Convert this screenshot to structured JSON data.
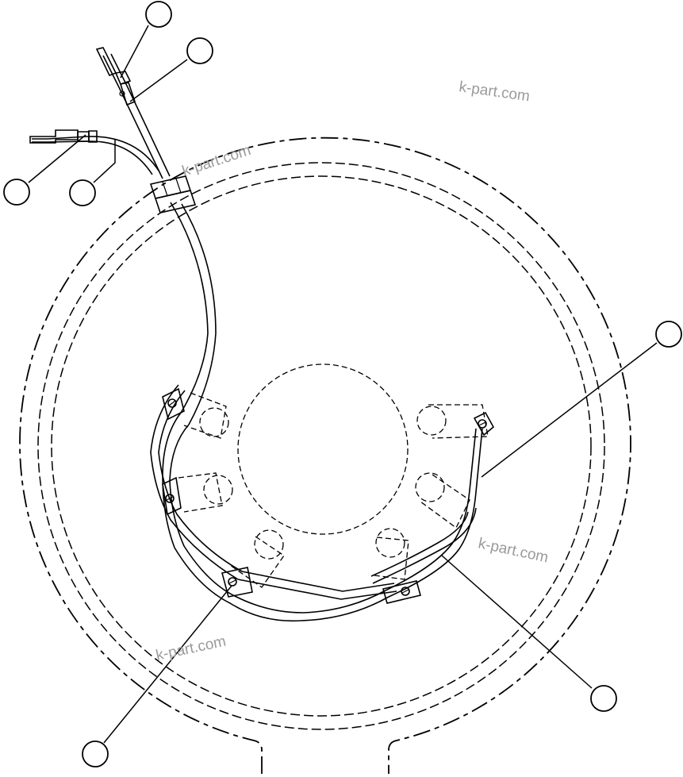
{
  "watermarks": [
    {
      "id": "wm1",
      "text": "k-part.com"
    },
    {
      "id": "wm2",
      "text": "k-part.com"
    },
    {
      "id": "wm3",
      "text": "k-part.com"
    },
    {
      "id": "wm4",
      "text": "k-part.com"
    }
  ],
  "callouts": [
    "balloon-1",
    "balloon-2",
    "balloon-3",
    "balloon-4",
    "balloon-5",
    "balloon-6",
    "balloon-7"
  ],
  "colors": {
    "line": "#000000",
    "watermark": "#9a9a9a",
    "background": "#ffffff"
  }
}
